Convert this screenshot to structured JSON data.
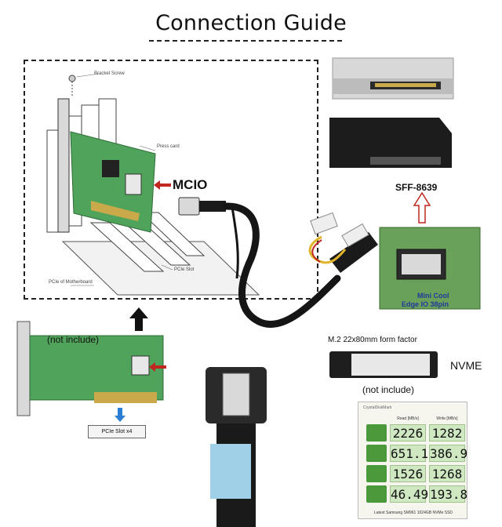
{
  "title": "Connection Guide",
  "install": {
    "bracket_screw": "Bracket Screw",
    "plug_note": "Press card",
    "pcie_slot": "PCIe Slot",
    "motherboard": "PCIe of Motherboard"
  },
  "labels": {
    "mcio": "MCIO",
    "sff": "SFF-8639",
    "not_include_left": "(not include)",
    "not_include_right": "(not include)",
    "pcie_slot_x4": "PCIe Slot x4",
    "m2_form": "M.2 22x80mm form factor",
    "nvme": "NVME",
    "mini_cool_1": "Mini Cool",
    "mini_cool_2": "Edge IO 38pin"
  },
  "benchmark": {
    "window_title": "CrystalDiskMark",
    "col_read": "Read [MB/s]",
    "col_write": "Write [MB/s]",
    "rows": [
      {
        "read": "2226",
        "write": "1282"
      },
      {
        "read": "651.1",
        "write": "386.9"
      },
      {
        "read": "1526",
        "write": "1268"
      },
      {
        "read": "46.49",
        "write": "193.8"
      }
    ],
    "footer": "Latest Samsung SM961 1024GB NVMe SSD"
  },
  "colors": {
    "pcb_green": "#4fa35a",
    "arrow_red": "#c0271f",
    "cable_black": "#151515",
    "bench_green": "#4a9a3c"
  }
}
